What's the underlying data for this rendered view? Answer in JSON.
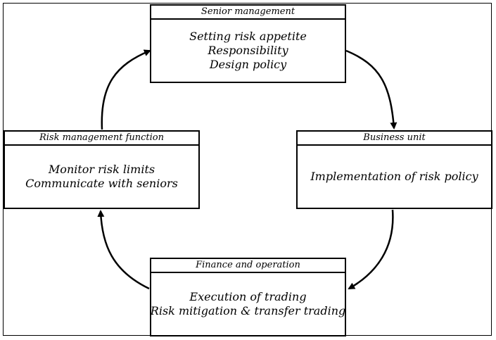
{
  "nodes": {
    "senior": {
      "title": "Senior management",
      "lines": [
        "Setting risk appetite",
        "Responsibility",
        "Design policy"
      ]
    },
    "business": {
      "title": "Business unit",
      "lines": [
        "Implementation of risk policy"
      ]
    },
    "finance": {
      "title": "Finance and operation",
      "lines": [
        "Execution of trading",
        "Risk mitigation & transfer trading"
      ]
    },
    "risk": {
      "title": "Risk management function",
      "lines": [
        "Monitor risk limits",
        "Communicate with seniors"
      ]
    }
  },
  "colors": {
    "stroke": "#000000",
    "background": "#ffffff"
  }
}
